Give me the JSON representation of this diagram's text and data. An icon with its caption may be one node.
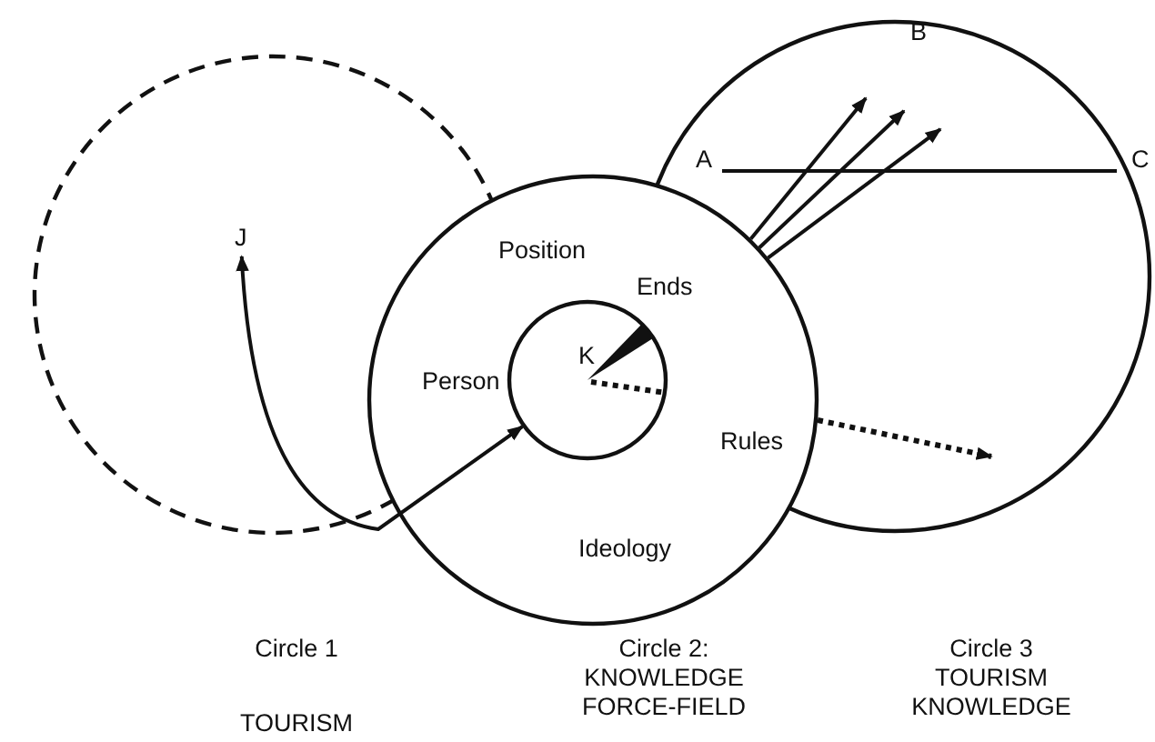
{
  "diagram": {
    "nodes": [
      {
        "text": [],
        "shape": "circle",
        "beside": [
          "Circle 1",
          "TOURISM"
        ]
      },
      {
        "text": [
          "J"
        ],
        "in": 0
      },
      {
        "text": [
          "Circle 2: KNOWLEDGE FORCE-FIELD",
          "Position",
          "Ends",
          "Person",
          "Rules",
          "Ideology"
        ]
      },
      {
        "text": [
          "K"
        ],
        "in": 2
      },
      {
        "text": [
          "Circle 3 TOURISM KNOWLEDGE"
        ]
      }
    ],
    "edges": [
      {
        "from": 3,
        "to": 1,
        "arrow": "both"
      },
      {
        "from": 2,
        "to": 4,
        "arrow": "to"
      },
      {
        "from": 2,
        "to": 4,
        "arrow": "to"
      },
      {
        "from": 2,
        "to": 4,
        "arrow": "to"
      },
      {
        "from": 2,
        "to": 4,
        "arrow": "to",
        "style": "dashed"
      }
    ],
    "labels": [
      "B",
      "A",
      "C"
    ]
  }
}
